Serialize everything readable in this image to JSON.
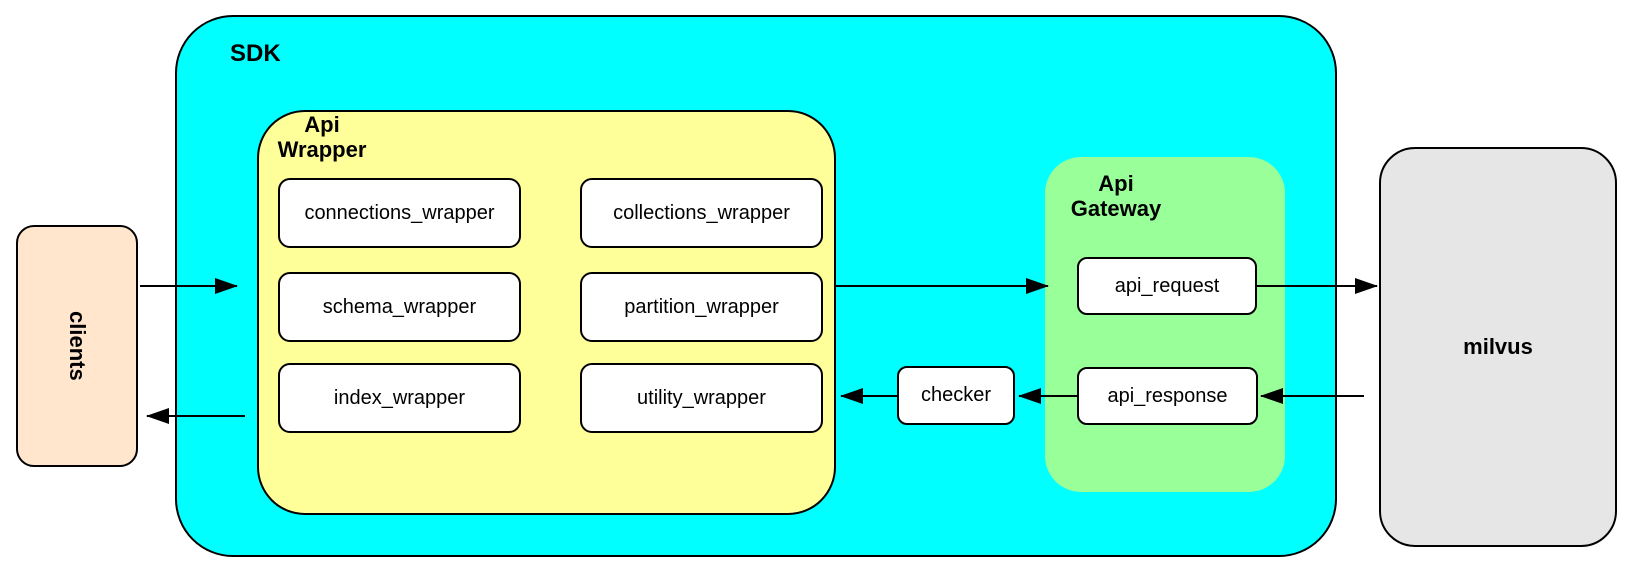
{
  "diagram": {
    "clients": {
      "label": "clients"
    },
    "sdk": {
      "label": "SDK"
    },
    "api_wrapper": {
      "label": "Api\nWrapper",
      "modules": [
        {
          "label": "connections_wrapper"
        },
        {
          "label": "collections_wrapper"
        },
        {
          "label": "schema_wrapper"
        },
        {
          "label": "partition_wrapper"
        },
        {
          "label": "index_wrapper"
        },
        {
          "label": "utility_wrapper"
        }
      ]
    },
    "checker": {
      "label": "checker"
    },
    "api_gateway": {
      "label": "Api\nGateway",
      "request": {
        "label": "api_request"
      },
      "response": {
        "label": "api_response"
      }
    },
    "milvus": {
      "label": "milvus"
    },
    "colors": {
      "sdk_fill": "#00FFFF",
      "api_wrapper_fill": "#FFFF99",
      "api_gateway_fill": "#99FF99",
      "clients_fill": "#FFE6CC",
      "milvus_fill": "#E6E6E6",
      "module_fill": "#FFFFFF",
      "stroke": "#000000"
    }
  }
}
